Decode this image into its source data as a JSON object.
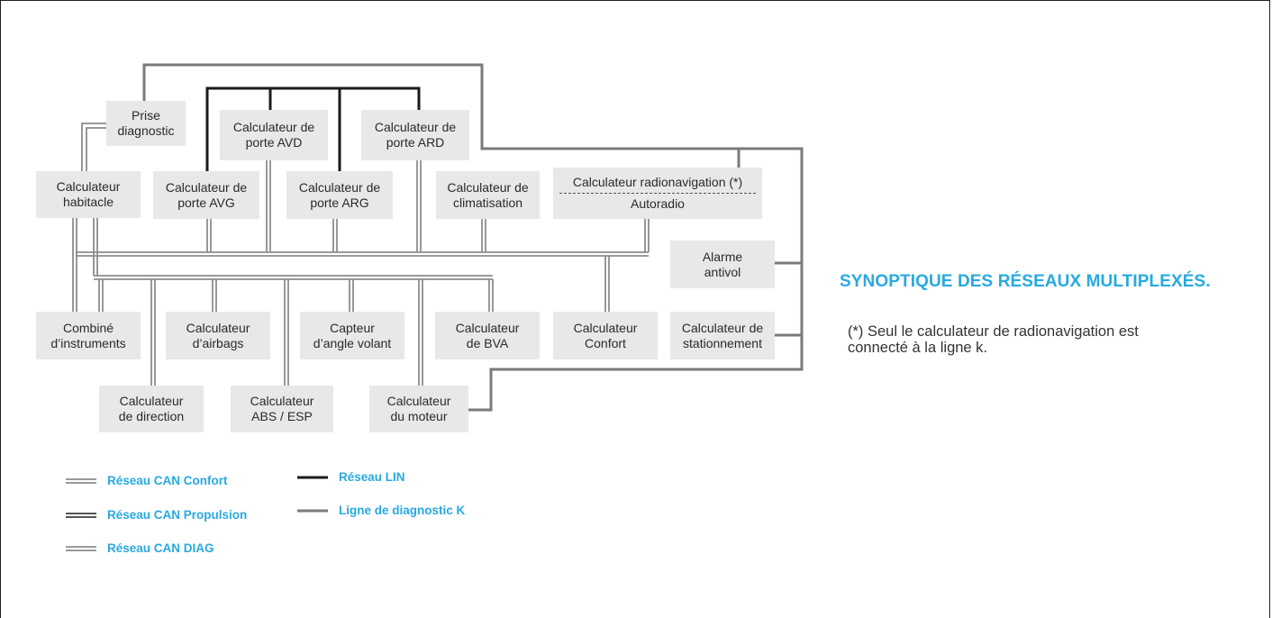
{
  "diagram": {
    "boxes": {
      "prise_diag": [
        "Prise",
        "diagnostic"
      ],
      "calc_habitacle": [
        "Calculateur",
        "habitacle"
      ],
      "porte_avg": [
        "Calculateur de",
        "porte AVG"
      ],
      "porte_avd": [
        "Calculateur de",
        "porte AVD"
      ],
      "porte_arg": [
        "Calculateur de",
        "porte ARG"
      ],
      "porte_ard": [
        "Calculateur de",
        "porte ARD"
      ],
      "climatisation": [
        "Calculateur de",
        "climatisation"
      ],
      "radionav": [
        "Calculateur radionavigation (*)",
        "Autoradio"
      ],
      "alarme": [
        "Alarme",
        "antivol"
      ],
      "combine": [
        "Combiné",
        "d’instruments"
      ],
      "airbags": [
        "Calculateur",
        "d’airbags"
      ],
      "angle_volant": [
        "Capteur",
        "d’angle volant"
      ],
      "bva": [
        "Calculateur",
        "de BVA"
      ],
      "confort": [
        "Calculateur",
        "Confort"
      ],
      "stationnement": [
        "Calculateur de",
        "stationnement"
      ],
      "direction": [
        "Calculateur",
        "de direction"
      ],
      "abs_esp": [
        "Calculateur",
        "ABS / ESP"
      ],
      "moteur": [
        "Calculateur",
        "du moteur"
      ]
    },
    "legend": {
      "can_confort": "Réseau CAN Confort",
      "can_propulsion": "Réseau CAN Propulsion",
      "can_diag": "Réseau CAN DIAG",
      "lin": "Réseau LIN",
      "diag_k": "Ligne de diagnostic K"
    },
    "colors": {
      "box_fill": "#e8e8e8",
      "can_line": "#8c8c8c",
      "lin_line": "#1a1a1a",
      "k_line": "#7a7a7a",
      "accent": "#27a9e1"
    }
  },
  "side": {
    "title": "SYNOPTIQUE DES RÉSEAUX MULTIPLEXÉS.",
    "note": "(*) Seul le calculateur de radionavigation est connecté à la ligne k."
  }
}
